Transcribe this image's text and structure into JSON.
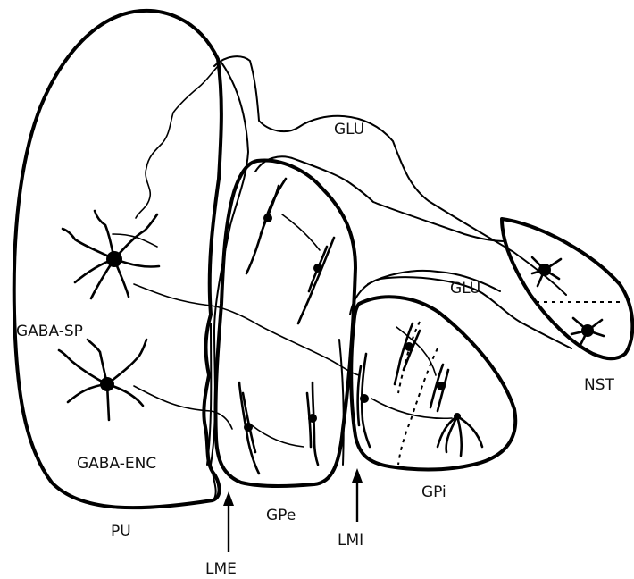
{
  "labels": {
    "glu_upper": "GLU",
    "glu_lower": "GLU",
    "gaba_sp": "GABA-SP",
    "gaba_enc": "GABA-ENC",
    "nst": "NST",
    "gpi": "GPi",
    "gpe": "GPe",
    "pu": "PU",
    "lme": "LME",
    "lmi": "LMI"
  }
}
